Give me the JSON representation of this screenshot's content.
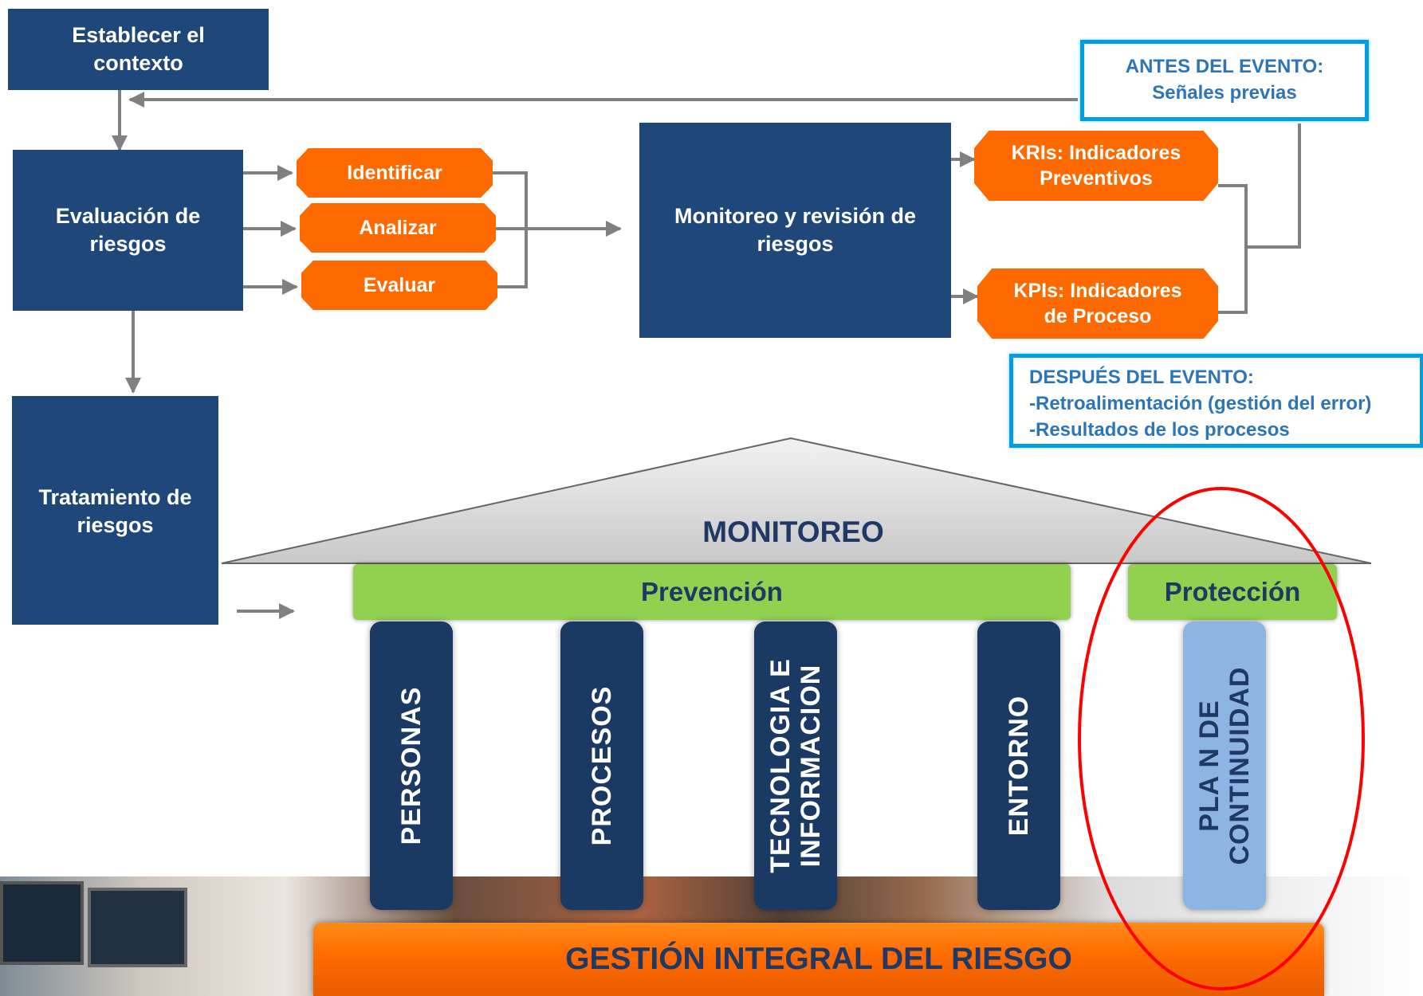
{
  "boxes": {
    "context": "Establecer el contexto",
    "assessment": "Evaluación de riesgos",
    "treatment": "Tratamiento de riesgos",
    "monitoring": "Monitoreo y revisión de riesgos"
  },
  "steps": {
    "identify": "Identificar",
    "analyze": "Analizar",
    "evaluate": "Evaluar"
  },
  "indicators": {
    "kri": "KRIs: Indicadores Preventivos",
    "kpi": "KPIs: Indicadores de Proceso"
  },
  "notes": {
    "before_title": "ANTES DEL EVENTO:",
    "before_line": "Señales previas",
    "after_title": "DESPUÉS DEL EVENTO:",
    "after_line1": "-Retroalimentación (gestión del error)",
    "after_line2": "-Resultados de los procesos"
  },
  "temple": {
    "roof": "MONITOREO",
    "prevention": "Prevención",
    "protection": "Protección",
    "pillars": {
      "people": "PERSONAS",
      "processes": "PROCESOS",
      "tech_line1": "TECNOLOGIA E",
      "tech_line2": "INFORMACION",
      "environment": "ENTORNO",
      "plan_line1": "PLA N DE",
      "plan_line2": "CONTINUIDAD"
    },
    "base": "GESTIÓN INTEGRAL DEL RIESGO"
  },
  "colors": {
    "navy": "#1f477a",
    "orange": "#ff6a00",
    "green": "#92d050",
    "blue_outline": "#009fe3",
    "highlight": "#ff0000"
  }
}
